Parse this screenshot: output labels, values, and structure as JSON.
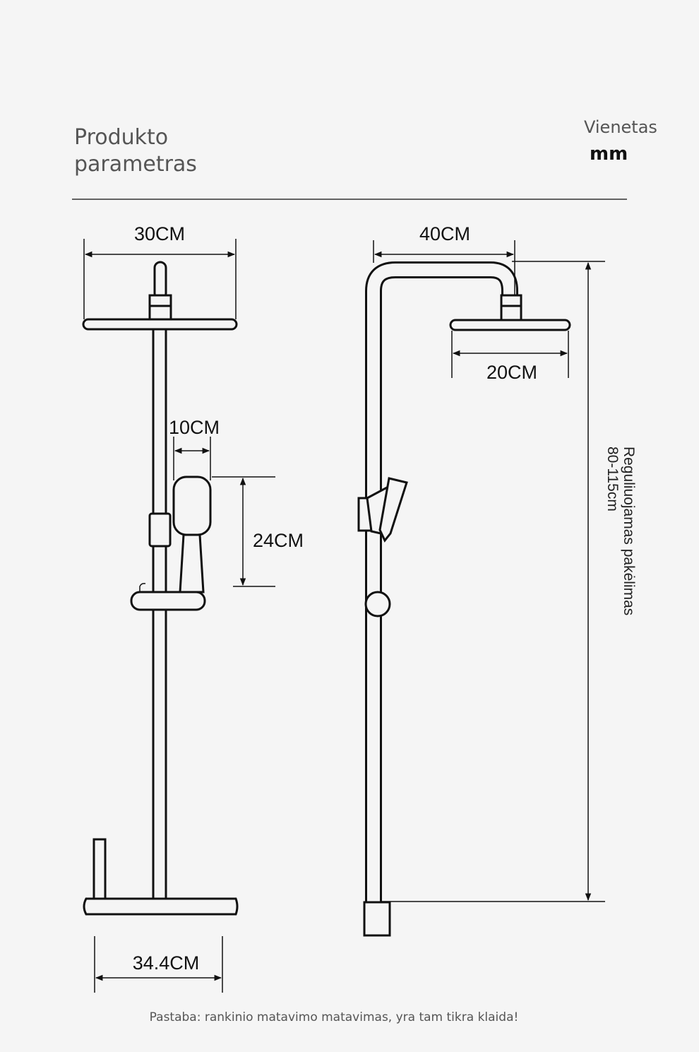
{
  "header": {
    "title_line1": "Produkto",
    "title_line2": "parametras",
    "unit_label": "Vienetas",
    "unit_value": "mm"
  },
  "front_view": {
    "head_width": "30CM",
    "handheld_width": "10CM",
    "handheld_height": "24CM",
    "tray_width": "34.4CM"
  },
  "side_view": {
    "arm_length": "40CM",
    "head_diameter": "20CM",
    "adjustable_label": "Reguliuojamas pakėlimas",
    "adjustable_range": "80-115cm"
  },
  "footer": {
    "note": "Pastaba: rankinio matavimo matavimas, yra tam tikra klaida!"
  }
}
